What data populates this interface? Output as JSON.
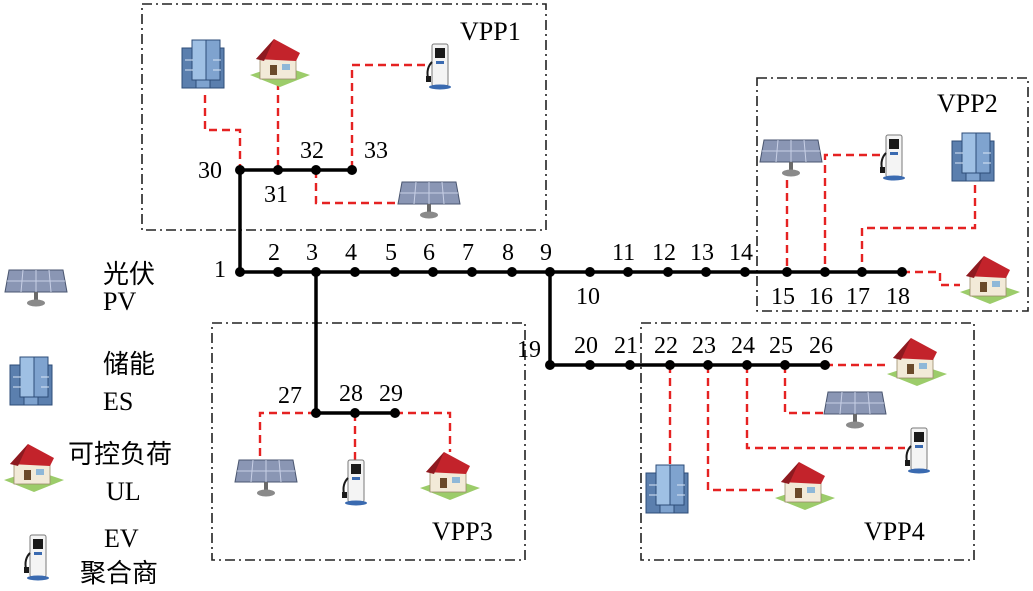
{
  "vpps": [
    {
      "id": "vpp1",
      "label": "VPP1"
    },
    {
      "id": "vpp2",
      "label": "VPP2"
    },
    {
      "id": "vpp3",
      "label": "VPP3"
    },
    {
      "id": "vpp4",
      "label": "VPP4"
    }
  ],
  "nodes": [
    "1",
    "2",
    "3",
    "4",
    "5",
    "6",
    "7",
    "8",
    "9",
    "10",
    "11",
    "12",
    "13",
    "14",
    "15",
    "16",
    "17",
    "18",
    "19",
    "20",
    "21",
    "22",
    "23",
    "24",
    "25",
    "26",
    "27",
    "28",
    "29",
    "30",
    "31",
    "32",
    "33"
  ],
  "legend": [
    {
      "icon": "pv-panel-icon",
      "cn": "光伏",
      "en": "PV"
    },
    {
      "icon": "energy-storage-icon",
      "cn": "储能",
      "en": "ES"
    },
    {
      "icon": "controllable-load-house-icon",
      "cn": "可控负荷",
      "en": "UL"
    },
    {
      "icon": "ev-charger-icon",
      "cn": "EV",
      "en": "聚合商"
    }
  ],
  "colors": {
    "bus": "#000000",
    "dashed_link": "#e52222",
    "vpp_border": "#222222"
  }
}
